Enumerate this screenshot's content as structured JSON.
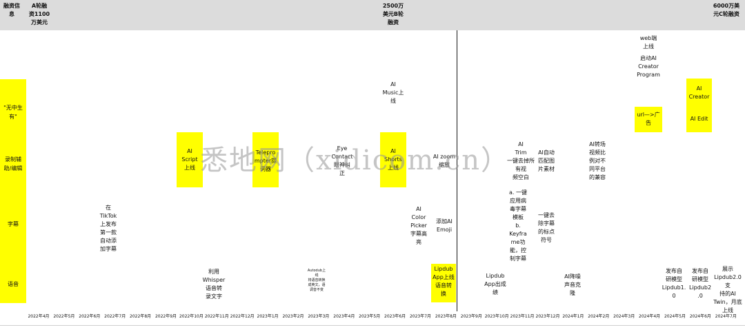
{
  "header": {
    "funding_label": "融资信\n息",
    "round_a": "A轮融\n资1100\n万美元",
    "round_b": "2500万\n美元B轮\n融资",
    "round_c": "6000万美\n元C轮融资"
  },
  "categories": {
    "generate": "\"无中生\n有\"",
    "record_edit": "录制辅\n助/编辑",
    "subtitles": "字幕",
    "voice": "语音"
  },
  "events": {
    "ai_script": "AI\nScript\n上线",
    "teleprompter": "Telepro\nmpter提\n词器",
    "eye_contact": "Eye\nContact\n眼神纠\n正",
    "ai_music": "AI\nMusic上\n线",
    "ai_shorts": "AI\nShorts\n上线",
    "ai_zoom": "AI zoom\n缩放",
    "ai_color_picker": "AI\nColor\nPicker\n字幕高\n亮",
    "ai_emoji": "添加AI\nEmoji",
    "tiktok_subtitles": "在\nTikTok\n上发布\n第一款\n自动添\n加字幕",
    "whisper": "利用\nWhisper\n语音转\n录文字",
    "autodub": "Autodub上\n线\n将语音转换\n成英文，语\n调音不变",
    "lipdub_app_launch": "Lipdub\nApp上线\n语音转\n换",
    "lipdub_app_out": "Lipdub\nApp出成\n绩",
    "ai_trim": "AI\nTrim\n一键去掉所\n有视\n频空白",
    "subtitle_template": "a. 一键\n应用病\n毒字幕\n模板\nb.\nKeyfra\nme功\n能，控\n制字幕",
    "ai_match_images": "AI自动\n匹配图\n片素材",
    "remove_punct": "一键去\n除字幕\n的标点\n符号",
    "ai_noise": "AI降噪\n声音克\n隆",
    "ai_transition": "AI转场\n视频比\n例对不\n同平台\n的兼容",
    "web_launch": "web端\n上线",
    "ai_creator_program": "启动AI\nCreator\nProgram",
    "url_ad": "url—>广\n告",
    "ai_creator": "AI\nCreator",
    "ai_edit": "AI Edit",
    "lipdub_model_1": "发布自\n研模型\nLipdub1.\n0",
    "lipdub_model_2": "发布自\n研模型\nLipdub2\n.0",
    "ai_twin": "展示\nLipdub2.0支\n持的AI\nTwin，月底\n上线"
  },
  "months": [
    "2022年4月",
    "2022年5月",
    "2022年6月",
    "2022年7月",
    "2022年8月",
    "2022年9月",
    "2022年10月",
    "2022年11月",
    "2022年12月",
    "2023年1月",
    "2023年2月",
    "2023年3月",
    "2023年4月",
    "2023年5月",
    "2023年6月",
    "2023年7月",
    "2023年8月",
    "2023年9月",
    "2023年10月",
    "2023年11月",
    "2023年12月",
    "2024年1月",
    "2024年2月",
    "2024年3月",
    "2024年4月",
    "2024年5月",
    "2024年6月",
    "2024年7月"
  ],
  "colors": {
    "highlight": "#ffff00",
    "header_band": "#dcdcdc",
    "watermark": "#969696"
  },
  "watermark": "悉地网（xidicom.cn）"
}
